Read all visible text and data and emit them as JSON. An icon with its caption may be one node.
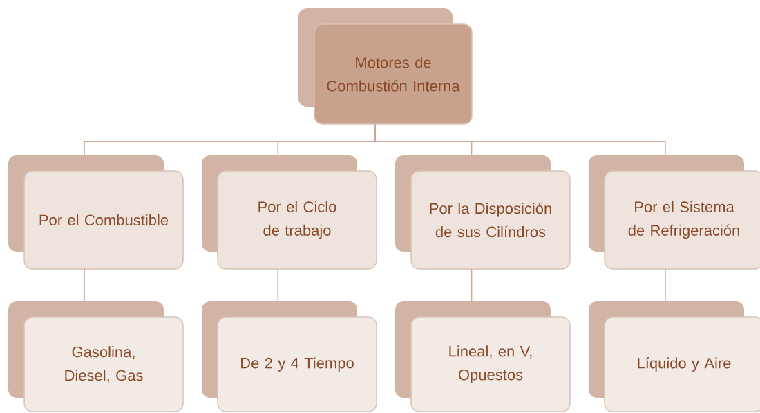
{
  "diagram": {
    "nodes": [
      {
        "text": [
          "Motores de Combustión Interna"
        ]
      },
      {
        "text": [
          "Por el Combustible"
        ]
      },
      {
        "text": [
          "Por el Ciclo de trabajo"
        ]
      },
      {
        "text": [
          "Por la Disposición de sus Cilíndros"
        ]
      },
      {
        "text": [
          "Por el Sistema de Refrigeración"
        ]
      },
      {
        "text": [
          "Gasolina, Diesel, Gas"
        ]
      },
      {
        "text": [
          "De 2 y 4 Tiempo"
        ]
      },
      {
        "text": [
          "Lineal, en V, Opuestos"
        ]
      },
      {
        "text": [
          "Líquido y Aire"
        ]
      }
    ],
    "edges": [
      {
        "from": 0,
        "to": 1,
        "arrow": "none"
      },
      {
        "from": 0,
        "to": 2,
        "arrow": "none"
      },
      {
        "from": 0,
        "to": 3,
        "arrow": "none"
      },
      {
        "from": 0,
        "to": 4,
        "arrow": "none"
      },
      {
        "from": 1,
        "to": 5,
        "arrow": "none"
      },
      {
        "from": 2,
        "to": 6,
        "arrow": "none"
      },
      {
        "from": 3,
        "to": 7,
        "arrow": "none"
      },
      {
        "from": 4,
        "to": 8,
        "arrow": "none"
      }
    ]
  }
}
